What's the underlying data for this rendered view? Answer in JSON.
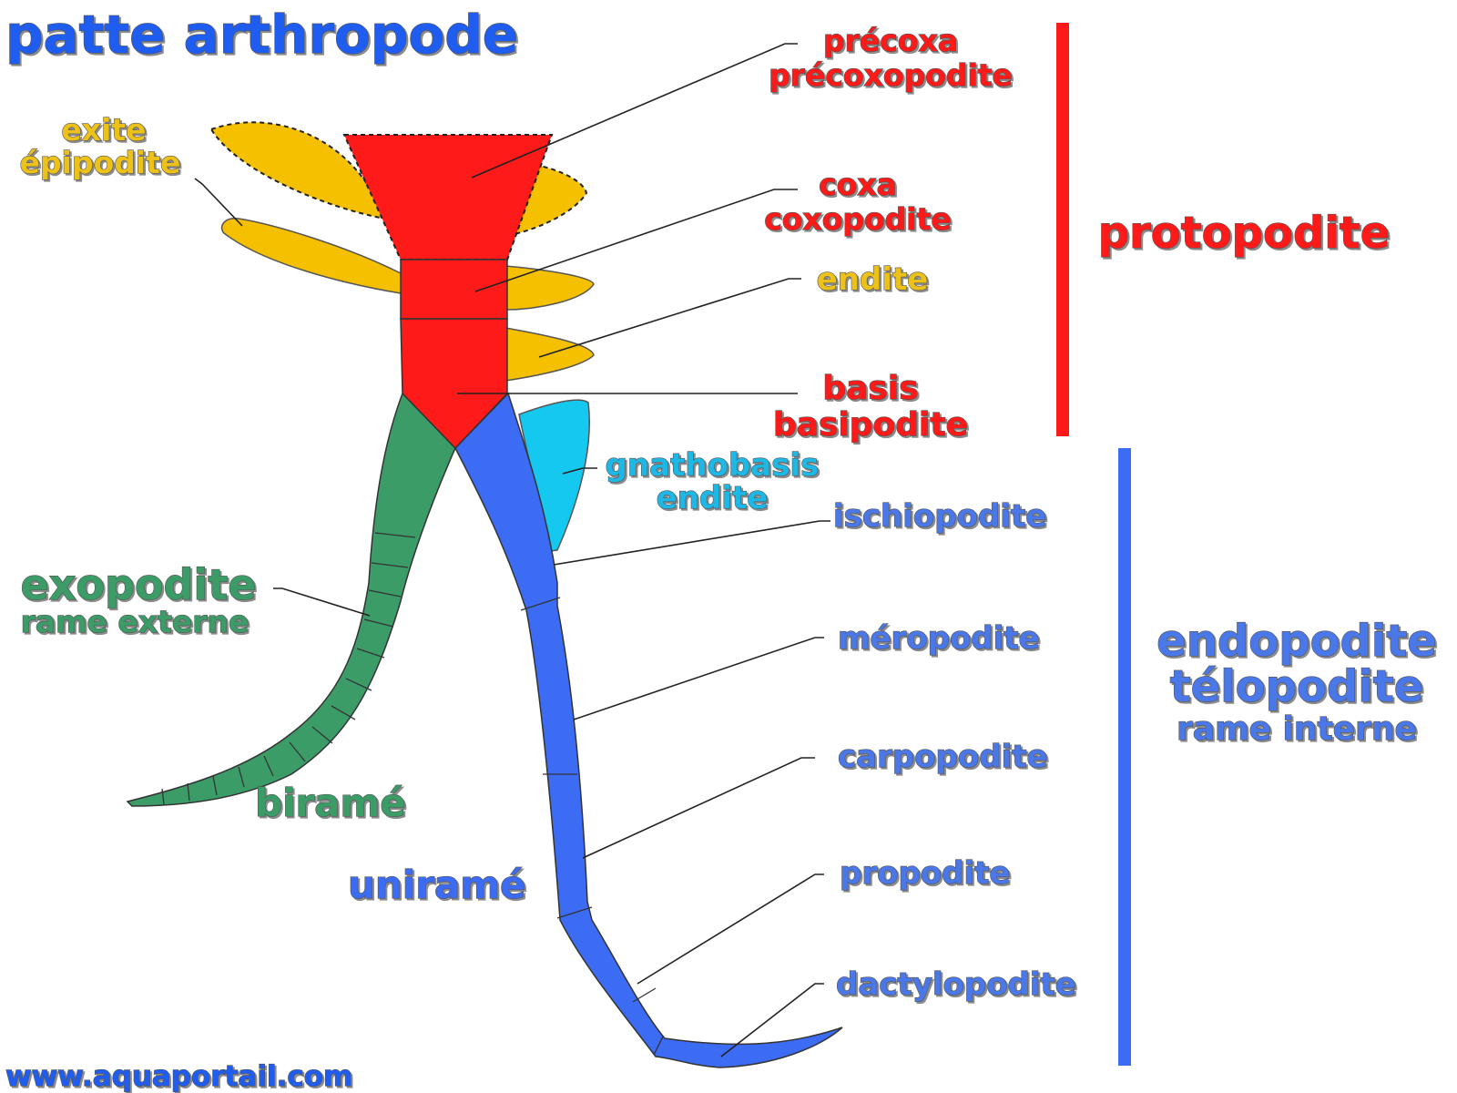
{
  "title": "patte arthropode",
  "footer_url": "www.aquaportail.com",
  "colors": {
    "title_blue": "#1f5cf0",
    "protopodite_red": "#ff1a1a",
    "yellow": "#f5c000",
    "yellow_label": "#ecc21a",
    "cyan": "#14c8f0",
    "cyan_label": "#1eb8e6",
    "green": "#3c9c68",
    "blue": "#3c6cf4",
    "blue_label": "#4a78e8"
  },
  "labels": {
    "precoxa": "précoxa",
    "precoxopodite": "précoxopodite",
    "coxa": "coxa",
    "coxopodite": "coxopodite",
    "endite": "endite",
    "basis": "basis",
    "basipodite": "basipodite",
    "exite": "exite",
    "epipodite": "épipodite",
    "gnathobasis": "gnathobasis",
    "gnathobasis_endite": "endite",
    "ischiopodite": "ischiopodite",
    "meropodite": "méropodite",
    "carpopodite": "carpopodite",
    "propodite": "propodite",
    "dactylopodite": "dactylopodite",
    "exopodite": "exopodite",
    "rame_externe": "rame externe",
    "birame": "biramé",
    "unirame": "uniramé"
  },
  "groups": {
    "protopodite": "protopodite",
    "endopodite": "endopodite",
    "telopodite": "télopodite",
    "rame_interne": "rame interne"
  }
}
